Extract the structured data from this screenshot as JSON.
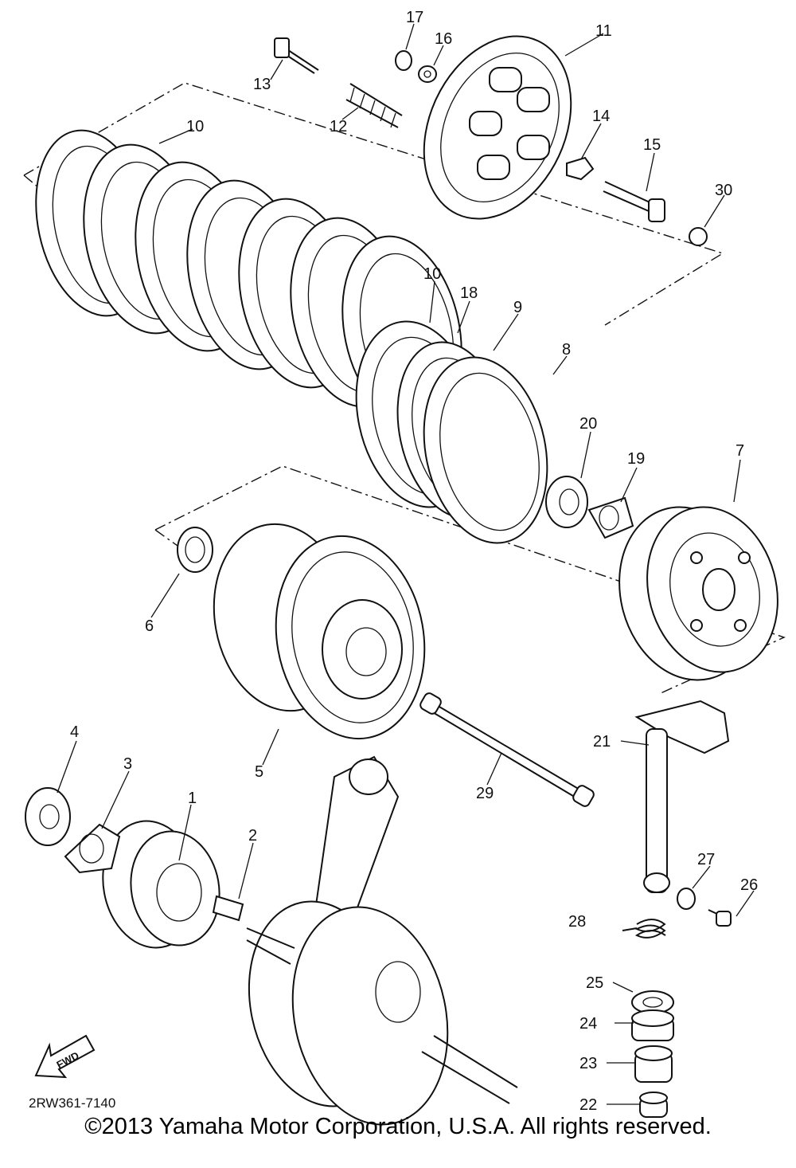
{
  "diagram_code": "2RW361-7140",
  "fwd_label": "FWD",
  "copyright": "©2013 Yamaha Motor Corporation, U.S.A. All rights reserved.",
  "callouts": [
    {
      "number": "1"
    },
    {
      "number": "2"
    },
    {
      "number": "3"
    },
    {
      "number": "4"
    },
    {
      "number": "5"
    },
    {
      "number": "6"
    },
    {
      "number": "7"
    },
    {
      "number": "8"
    },
    {
      "number": "9"
    },
    {
      "number": "10"
    },
    {
      "number": "10"
    },
    {
      "number": "11"
    },
    {
      "number": "12"
    },
    {
      "number": "13"
    },
    {
      "number": "14"
    },
    {
      "number": "15"
    },
    {
      "number": "16"
    },
    {
      "number": "17"
    },
    {
      "number": "18"
    },
    {
      "number": "19"
    },
    {
      "number": "20"
    },
    {
      "number": "21"
    },
    {
      "number": "22"
    },
    {
      "number": "23"
    },
    {
      "number": "24"
    },
    {
      "number": "25"
    },
    {
      "number": "26"
    },
    {
      "number": "27"
    },
    {
      "number": "28"
    },
    {
      "number": "29"
    },
    {
      "number": "30"
    }
  ]
}
